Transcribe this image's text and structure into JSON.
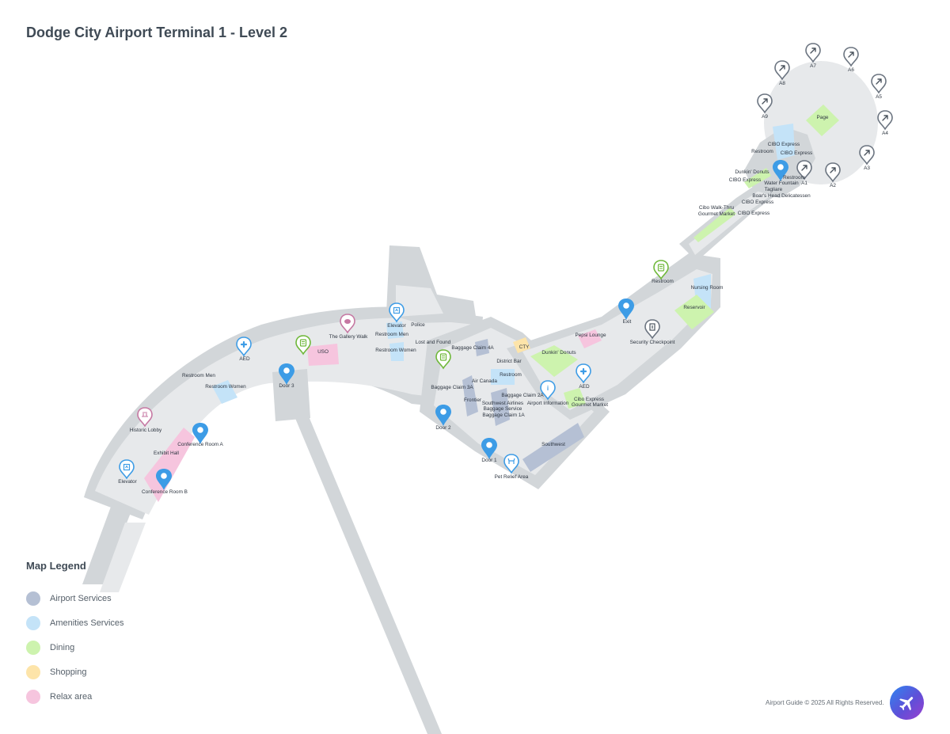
{
  "title": "Dodge City Airport Terminal 1 - Level 2",
  "legend": {
    "title": "Map Legend",
    "items": [
      {
        "label": "Airport Services",
        "color": "#b5c0d4"
      },
      {
        "label": "Amenities Services",
        "color": "#c4e3f8"
      },
      {
        "label": "Dining",
        "color": "#cdf3ae"
      },
      {
        "label": "Shopping",
        "color": "#fde4a9"
      },
      {
        "label": "Relax area",
        "color": "#f6c5de"
      }
    ]
  },
  "copyright": "Airport Guide © 2025 All Rights Reserved.",
  "colors": {
    "floor": "#e7e9eb",
    "structure": "#d2d6d9",
    "pin": "#3d9ce6",
    "icon_blue": "#3d9ce6",
    "icon_green": "#6fb83a",
    "icon_pink": "#c678a3",
    "icon_gray": "#6b7480"
  },
  "icons": {
    "pin": "map-pin-icon",
    "aed": "first-aid-cross-icon",
    "elevator": "elevator-icon",
    "dining": "dining-icon",
    "art": "art-palette-icon",
    "historic": "historic-fountain-icon",
    "gate": "gate-arrow-icon",
    "info": "information-icon",
    "security": "security-checkpoint-icon",
    "pet": "pet-relief-icon",
    "logo": "airplane-icon"
  },
  "gates": [
    "A1",
    "A2",
    "A3",
    "A4",
    "A5",
    "A6",
    "A7",
    "A8",
    "A9"
  ],
  "places": {
    "page": "Page",
    "cibo_express_1": "CIBO Express",
    "cibo_express_2": "CIBO Express",
    "cibo_express_3": "CIBO Express",
    "cibo_express_4": "CIBO Express",
    "cibo_express_5": "CIBO Express",
    "restroom_a_top": "Restroom",
    "dunkin_a": "Dunkin' Donuts",
    "water_fountain": "Water Fountain",
    "restroom_a1": "Restroom",
    "tagliare": "Tagliare",
    "boars_head": "Boar's Head Delicatessen",
    "cibo_walk_thru": "Cibo Walk-Thru",
    "gourmet_market": "Gourmet Market",
    "restroom_mid": "Restroom",
    "nursing_room": "Nursing Room",
    "reservoir": "Reservoir",
    "exit": "Exit",
    "security_checkpoint": "Security Checkpoint",
    "pepsi_lounge": "Pepsi Lounge",
    "cty": "CTY",
    "dunkin_b": "Dunkin' Donuts",
    "aed_right": "AED",
    "cibo_express_gm_1": "Cibo Express",
    "cibo_express_gm_2": "Gourmet Market",
    "airport_information": "Airport Information",
    "district_bar": "District Bar",
    "restroom_center": "Restroom",
    "air_canada": "Air Canada",
    "baggage_claim_4a": "Baggage Claim 4A",
    "baggage_claim_3a": "Baggage Claim 3A",
    "baggage_claim_2a": "Baggage Claim 2A",
    "frontier": "Frontier",
    "southwest_airlines": "Southwest Airlines",
    "baggage_service": "Baggage Service",
    "baggage_claim_1a": "Baggage Claim 1A",
    "southwest": "Southwest",
    "door_1": "Door 1",
    "pet_relief": "Pet Relief Area",
    "door_2": "Door 2",
    "lost_found": "Lost and Found",
    "elevator_top": "Elevator",
    "police": "Police",
    "restroom_men_top": "Restroom Men",
    "restroom_women_top": "Restroom Women",
    "gallery_walk": "The Gallery Walk",
    "uso": "USO",
    "door_3": "Door 3",
    "aed_left": "AED",
    "restroom_men_left": "Restroom Men",
    "restroom_women_left": "Restroom Women",
    "historic_lobby": "Historic Lobby",
    "conference_room_a": "Conference Room A",
    "exhibit_hall": "Exhibit Hall",
    "elevator_left": "Elevator",
    "conference_room_b": "Conference Room B"
  }
}
